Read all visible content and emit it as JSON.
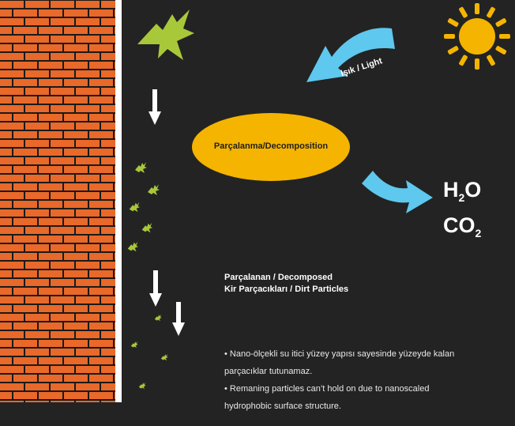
{
  "decomposition_label": "Parçalanma/Decomposition",
  "light_label": "Işık / Light",
  "products": {
    "h2o": {
      "main": "H",
      "sub": "2",
      "tail": "O"
    },
    "co2": {
      "main": "CO",
      "sub": "2"
    }
  },
  "particles_label": {
    "line1": "Parçalanan / Decomposed",
    "line2": "Kir Parçacıkları / Dirt Particles"
  },
  "notes": [
    "• Nano-ölçekli su itici yüzey yapısı sayesinde yüzeyde kalan",
    "parçacıklar tutunamaz.",
    "• Remaning particles can’t hold on due to nanoscaled",
    "hydrophobic surface structure."
  ],
  "colors": {
    "background": "#232323",
    "brick": "#e8692a",
    "mortar": "#1a1a1a",
    "wall_edge": "#ffffff",
    "leaf": "#a8c83a",
    "sun": "#f5b400",
    "ellipse": "#f5b400",
    "light_arrow": "#5ec8ee",
    "down_arrow": "#ffffff"
  }
}
